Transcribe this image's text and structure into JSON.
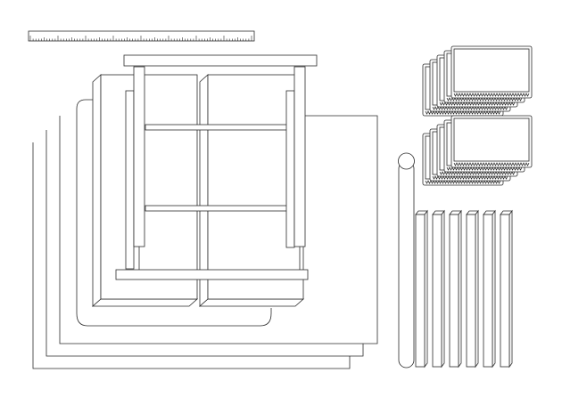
{
  "diagram": {
    "line_color": "#2b2b2b",
    "background": "#ffffff",
    "components": [
      "ruler",
      "backing-sheet-stack",
      "frame-assembly",
      "label-card-stack",
      "label-card-stack",
      "rolled-tube",
      "slat"
    ],
    "slat_count": 6
  }
}
